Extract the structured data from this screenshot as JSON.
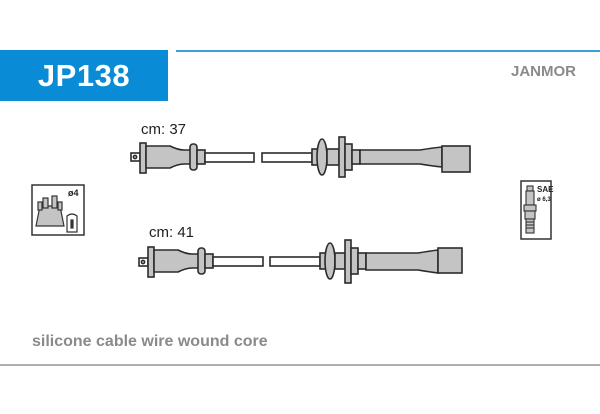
{
  "header": {
    "part_number": "JP138",
    "brand": "JANMOR",
    "accent_color": "#0a8bd6"
  },
  "cables": [
    {
      "label": "cm: 37"
    },
    {
      "label": "cm: 41"
    }
  ],
  "left_icon": {
    "name": "distributor-cap-icon",
    "diameter_label": "ø4"
  },
  "right_icon": {
    "name": "spark-plug-icon",
    "standard_label": "SAE",
    "diameter_label": "ø 6,3"
  },
  "footer": {
    "description": "silicone cable wire wound core"
  }
}
